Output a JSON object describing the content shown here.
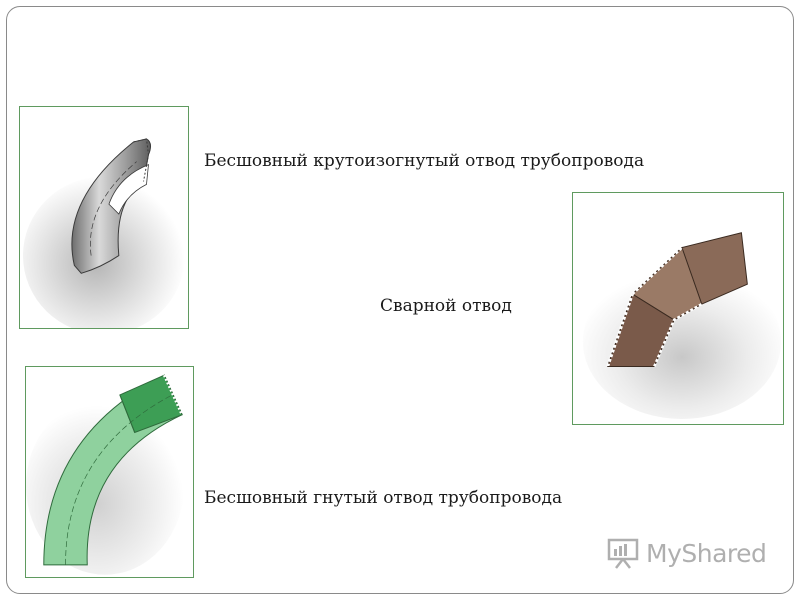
{
  "captions": {
    "seamless_steep": "Бесшовный крутоизогнутый отвод трубопровода",
    "welded": "Сварной отвод",
    "seamless_bent": "Бесшовный гнутый отвод трубопровода"
  },
  "watermark": {
    "text": "MyShared",
    "icon": "presentation-board-icon"
  },
  "colors": {
    "frame_border": "#8a8a8a",
    "figure_border": "#5f9a5f",
    "steel_gray": "#a8a8a8",
    "bent_green": "#8fd19e",
    "bent_green_dark": "#3d9e55",
    "welded_brown": "#8a6a58"
  }
}
